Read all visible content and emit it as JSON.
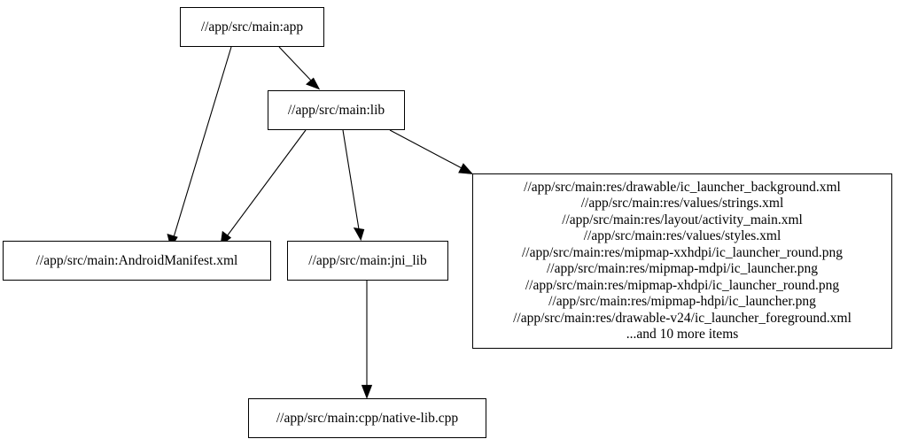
{
  "graph": {
    "type": "dependency-graph",
    "direction": "top-down",
    "background_color": "#ffffff",
    "node_border_color": "#000000",
    "node_fill_color": "#ffffff",
    "edge_color": "#000000",
    "nodes": [
      {
        "id": "app",
        "label": "//app/src/main:app"
      },
      {
        "id": "lib",
        "label": "//app/src/main:lib"
      },
      {
        "id": "manifest",
        "label": "//app/src/main:AndroidManifest.xml"
      },
      {
        "id": "jni_lib",
        "label": "//app/src/main:jni_lib"
      },
      {
        "id": "native_lib",
        "label": "//app/src/main:cpp/native-lib.cpp"
      },
      {
        "id": "resources",
        "label": "//app/src/main:res/drawable/ic_launcher_background.xml\n//app/src/main:res/values/strings.xml\n//app/src/main:res/layout/activity_main.xml\n//app/src/main:res/values/styles.xml\n//app/src/main:res/mipmap-xxhdpi/ic_launcher_round.png\n//app/src/main:res/mipmap-mdpi/ic_launcher.png\n//app/src/main:res/mipmap-xhdpi/ic_launcher_round.png\n//app/src/main:res/mipmap-hdpi/ic_launcher.png\n//app/src/main:res/drawable-v24/ic_launcher_foreground.xml\n...and 10 more items",
        "lines": [
          "//app/src/main:res/drawable/ic_launcher_background.xml",
          "//app/src/main:res/values/strings.xml",
          "//app/src/main:res/layout/activity_main.xml",
          "//app/src/main:res/values/styles.xml",
          "//app/src/main:res/mipmap-xxhdpi/ic_launcher_round.png",
          "//app/src/main:res/mipmap-mdpi/ic_launcher.png",
          "//app/src/main:res/mipmap-xhdpi/ic_launcher_round.png",
          "//app/src/main:res/mipmap-hdpi/ic_launcher.png",
          "//app/src/main:res/drawable-v24/ic_launcher_foreground.xml",
          "...and 10 more items"
        ]
      }
    ],
    "edges": [
      {
        "from": "app",
        "to": "manifest"
      },
      {
        "from": "app",
        "to": "lib"
      },
      {
        "from": "lib",
        "to": "manifest"
      },
      {
        "from": "lib",
        "to": "jni_lib"
      },
      {
        "from": "lib",
        "to": "resources"
      },
      {
        "from": "jni_lib",
        "to": "native_lib"
      }
    ]
  }
}
